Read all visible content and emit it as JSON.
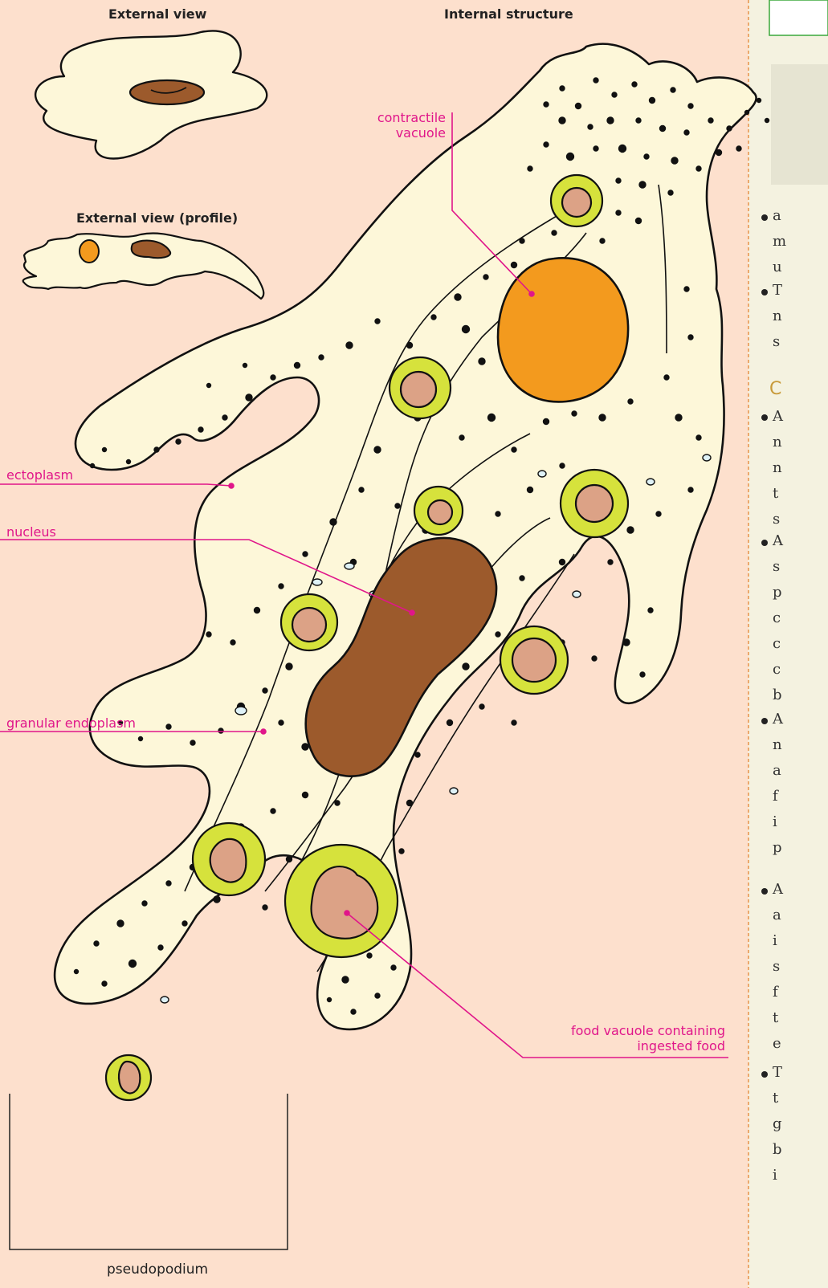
{
  "captions": {
    "external_view": "External view",
    "internal_structure": "Internal structure",
    "external_profile": "External view (profile)",
    "pseudopodium": "pseudopodium"
  },
  "labels": {
    "contractile_1": "contractile",
    "contractile_2": "vacuole",
    "ectoplasm": "ectoplasm",
    "nucleus": "nucleus",
    "granular_endoplasm": "granular endoplasm",
    "food_vacuole_1": "food vacuole containing",
    "food_vacuole_2": "ingested food"
  },
  "side_panel": {
    "heading": "C",
    "letters": [
      "a",
      "m",
      "u",
      "T",
      "n",
      "s",
      "A",
      "n",
      "n",
      "t",
      "s",
      "A",
      "s",
      "p",
      "c",
      "c",
      "c",
      "b",
      "A",
      "n",
      "a",
      "f",
      "i",
      "p",
      "A",
      "a",
      "i",
      "s",
      "f",
      "t",
      "e",
      "T",
      "t",
      "g",
      "b",
      "i"
    ]
  },
  "colors": {
    "background": "#fde0cd",
    "cytoplasm": "#fdf7d9",
    "label_line": "#e0168a",
    "contractile_vacuole": "#f39a1e",
    "nucleus": "#9c5a2c",
    "food_ring": "#d6e23c",
    "food_core": "#dca286",
    "heading": "#c89a3a",
    "side_panel": "#f4f2e0"
  }
}
